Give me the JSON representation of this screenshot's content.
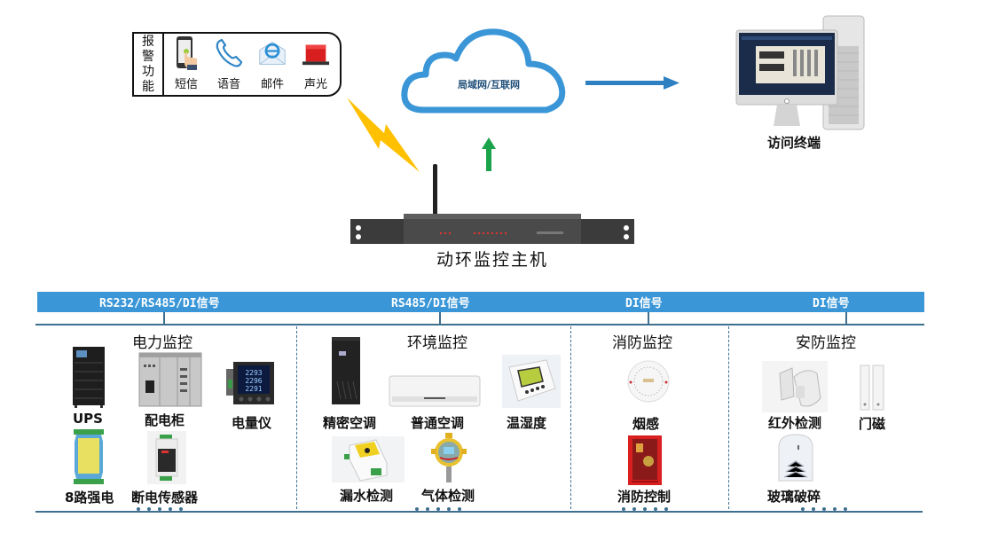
{
  "alarm": {
    "title_chars": [
      "报",
      "警",
      "功",
      "能"
    ],
    "items": [
      {
        "label": "短信",
        "icon": "smartphone-touch-icon"
      },
      {
        "label": "语音",
        "icon": "phone-handset-icon"
      },
      {
        "label": "邮件",
        "icon": "email-envelope-icon"
      },
      {
        "label": "声光",
        "icon": "alarm-light-icon"
      }
    ]
  },
  "cloud": {
    "label": "局域网/互联网"
  },
  "host": {
    "label": "动环监控主机"
  },
  "terminal": {
    "label": "访问终端"
  },
  "colors": {
    "cloud_blue": "#3a96d7",
    "arrow_blue": "#2f80c0",
    "arrow_green": "#1aa34a",
    "lightning": "#ffc000",
    "signal_bar": "#3a96d7",
    "line": "#3e6f8e"
  },
  "signals": [
    {
      "label": "RS232/RS485/DI信号"
    },
    {
      "label": "RS485/DI信号"
    },
    {
      "label": "DI信号"
    },
    {
      "label": "DI信号"
    }
  ],
  "sections": [
    {
      "title": "电力监控",
      "devices": [
        {
          "label": "UPS",
          "icon": "ups-cabinet-icon"
        },
        {
          "label": "配电柜",
          "icon": "distribution-cabinet-icon"
        },
        {
          "label": "电量仪",
          "icon": "power-meter-icon"
        },
        {
          "label": "8路强电",
          "icon": "io-module-icon"
        },
        {
          "label": "断电传感器",
          "icon": "power-failure-sensor-icon"
        }
      ]
    },
    {
      "title": "环境监控",
      "devices": [
        {
          "label": "精密空调",
          "icon": "precision-ac-icon"
        },
        {
          "label": "普通空调",
          "icon": "wall-ac-icon"
        },
        {
          "label": "温湿度",
          "icon": "thermo-hygrometer-icon"
        },
        {
          "label": "漏水检测",
          "icon": "water-leak-detector-icon"
        },
        {
          "label": "气体检测",
          "icon": "gas-detector-icon"
        }
      ]
    },
    {
      "title": "消防监控",
      "devices": [
        {
          "label": "烟感",
          "icon": "smoke-detector-icon"
        },
        {
          "label": "消防控制",
          "icon": "fire-cabinet-icon"
        }
      ]
    },
    {
      "title": "安防监控",
      "devices": [
        {
          "label": "红外检测",
          "icon": "infrared-detector-icon"
        },
        {
          "label": "门磁",
          "icon": "door-sensor-icon"
        },
        {
          "label": "玻璃破碎",
          "icon": "glass-break-detector-icon"
        }
      ]
    }
  ],
  "more_indicator": "• • • • •"
}
